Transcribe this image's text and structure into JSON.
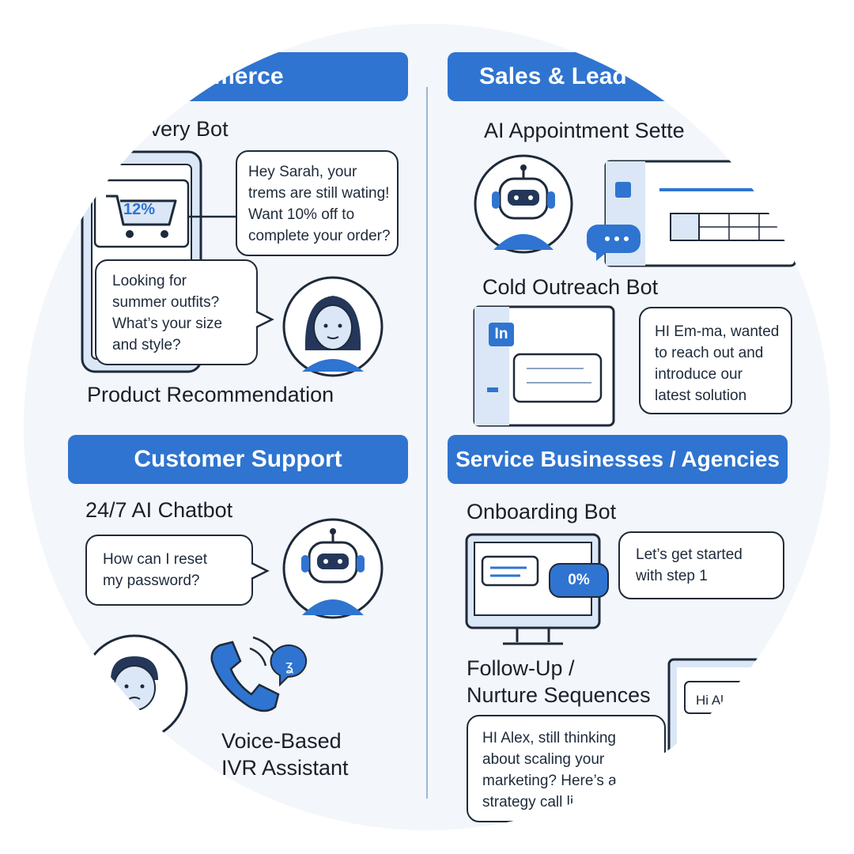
{
  "colors": {
    "accent": "#2f74d0",
    "background": "#f3f6fa",
    "outline": "#1e2a3a",
    "light_blue": "#dbe7f6"
  },
  "sections": {
    "ecommerce": {
      "banner": "mmerce",
      "cart_title": "ecovery Bot",
      "cart_badge": "12%",
      "cart_message": [
        "Hey Sarah, your",
        "trems are still wating!",
        "Want 10% off to",
        "complete your order?"
      ],
      "reco_message": [
        "Looking for",
        "summer outfits?",
        "What’s your size",
        "and style?"
      ],
      "reco_title": "Product Recommendation"
    },
    "sales": {
      "banner": "Sales & Lead G",
      "appt_title": "AI Appointment Sette",
      "outreach_title": "Cold Outreach Bot",
      "linkedin_badge": "In",
      "outreach_message": [
        "HI Em-ma, wanted",
        "to reach out and",
        "introduce our",
        "latest solution"
      ]
    },
    "support": {
      "banner": "Customer Support",
      "chatbot_title": "24/7 AI Chatbot",
      "chatbot_message": [
        "How can I reset",
        "my password?"
      ],
      "voice_title": [
        "Voice-Based",
        "IVR Assistant"
      ]
    },
    "service": {
      "banner": "Service Businesses / Agencies",
      "onboarding_title": "Onboarding Bot",
      "progress_label": "0%",
      "onboarding_message": [
        "Let’s get started",
        "with step 1"
      ],
      "followup_title": [
        "Follow-Up /",
        "Nurture Sequences"
      ],
      "followup_message": [
        "HI Alex, still thinking",
        "about scaling your",
        "marketing? Here’s a",
        "strategy call li"
      ],
      "screen_snippet": "Hi Al"
    }
  }
}
